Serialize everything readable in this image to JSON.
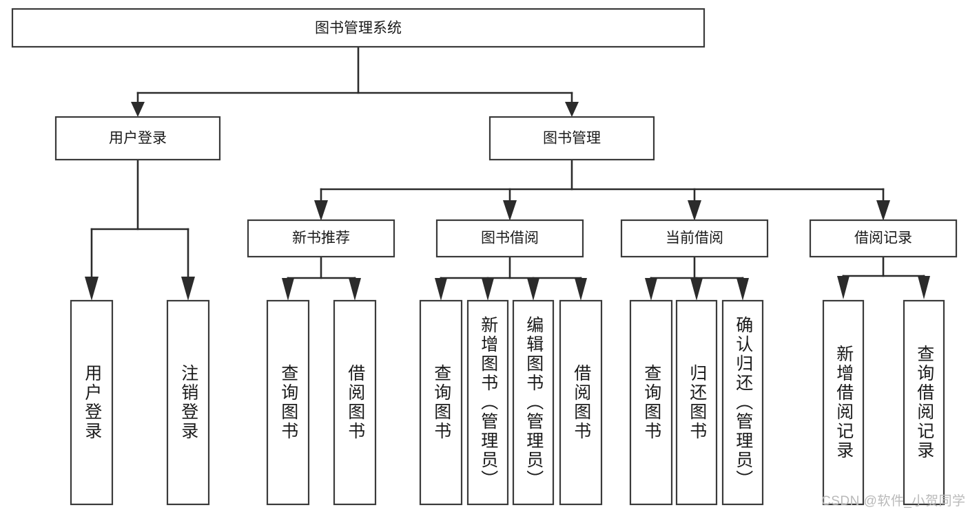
{
  "diagram": {
    "title_node": {
      "label": "图书管理系统"
    },
    "level2": [
      {
        "id": "user-login",
        "label": "用户登录"
      },
      {
        "id": "book-management",
        "label": "图书管理"
      }
    ],
    "level3": [
      {
        "id": "new-book-recommend",
        "label": "新书推荐",
        "parent": "book-management"
      },
      {
        "id": "book-borrow",
        "label": "图书借阅",
        "parent": "book-management"
      },
      {
        "id": "current-borrow",
        "label": "当前借阅",
        "parent": "book-management"
      },
      {
        "id": "borrow-record",
        "label": "借阅记录",
        "parent": "book-management"
      }
    ],
    "leaves": [
      {
        "id": "leaf-user-login",
        "label": "用户登录",
        "parent": "user-login"
      },
      {
        "id": "leaf-user-logout",
        "label": "注销登录",
        "parent": "user-login"
      },
      {
        "id": "leaf-query-book-1",
        "label": "查询图书",
        "parent": "new-book-recommend"
      },
      {
        "id": "leaf-borrow-book-1",
        "label": "借阅图书",
        "parent": "new-book-recommend"
      },
      {
        "id": "leaf-query-book-2",
        "label": "查询图书",
        "parent": "book-borrow"
      },
      {
        "id": "leaf-add-book",
        "label": "新增图书（管理员）",
        "parent": "book-borrow"
      },
      {
        "id": "leaf-edit-book",
        "label": "编辑图书（管理员）",
        "parent": "book-borrow"
      },
      {
        "id": "leaf-borrow-book-2",
        "label": "借阅图书",
        "parent": "book-borrow"
      },
      {
        "id": "leaf-query-book-3",
        "label": "查询图书",
        "parent": "current-borrow"
      },
      {
        "id": "leaf-return-book",
        "label": "归还图书",
        "parent": "current-borrow"
      },
      {
        "id": "leaf-confirm-return",
        "label": "确认归还（管理员）",
        "parent": "current-borrow"
      },
      {
        "id": "leaf-add-record",
        "label": "新增借阅记录",
        "parent": "borrow-record"
      },
      {
        "id": "leaf-query-record",
        "label": "查询借阅记录",
        "parent": "borrow-record"
      }
    ],
    "watermark": {
      "text": "CSDN @软件_小贺同学"
    },
    "colors": {
      "box_stroke": "#3a3a3a",
      "connector": "#2b2b2b",
      "text": "#1a1a1a",
      "background": "#ffffff",
      "watermark": "#b9b9b9"
    }
  }
}
